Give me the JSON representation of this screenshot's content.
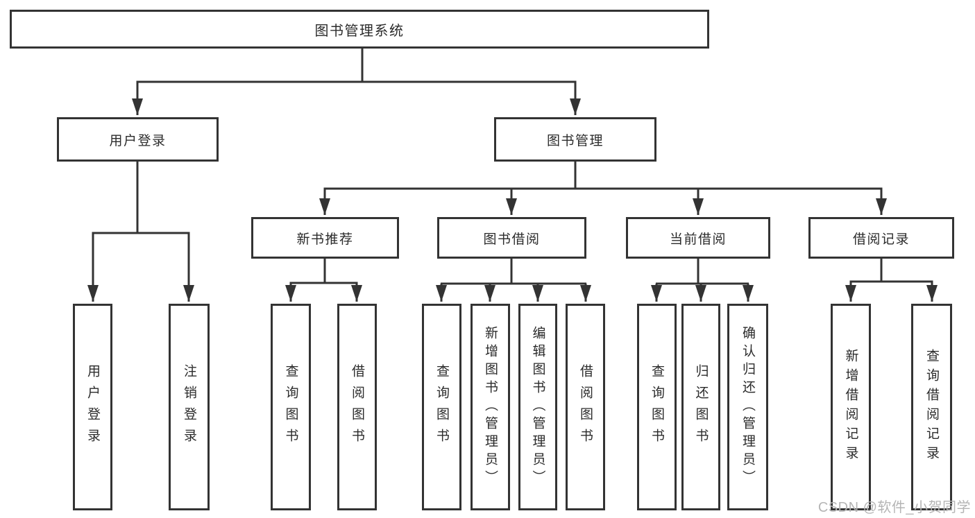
{
  "nodes": {
    "root": {
      "label": "图书管理系统"
    },
    "user_login": {
      "label": "用户登录",
      "children": {
        "login": {
          "label": "用户登录"
        },
        "logout": {
          "label": "注销登录"
        }
      }
    },
    "book_mgmt": {
      "label": "图书管理",
      "children": {
        "new_books": {
          "label": "新书推荐",
          "children": {
            "query_books": {
              "label": "查询图书"
            },
            "borrow_books": {
              "label": "借阅图书"
            }
          }
        },
        "book_borrow": {
          "label": "图书借阅",
          "children": {
            "query_books": {
              "label": "查询图书"
            },
            "add_books": {
              "label": "新增图书（管理员）"
            },
            "edit_books": {
              "label": "编辑图书（管理员）"
            },
            "borrow_books": {
              "label": "借阅图书"
            }
          }
        },
        "current_borrow": {
          "label": "当前借阅",
          "children": {
            "query_books": {
              "label": "查询图书"
            },
            "return_books": {
              "label": "归还图书"
            },
            "confirm_return": {
              "label": "确认归还（管理员）"
            }
          }
        },
        "borrow_records": {
          "label": "借阅记录",
          "children": {
            "add_record": {
              "label": "新增借阅记录"
            },
            "query_record": {
              "label": "查询借阅记录"
            }
          }
        }
      }
    }
  },
  "watermark": {
    "text": "CSDN @软件_小贺同学"
  },
  "colors": {
    "line": "#333333",
    "text": "#2b2b2b",
    "watermark": "#b5b5b5",
    "background": "#ffffff"
  }
}
